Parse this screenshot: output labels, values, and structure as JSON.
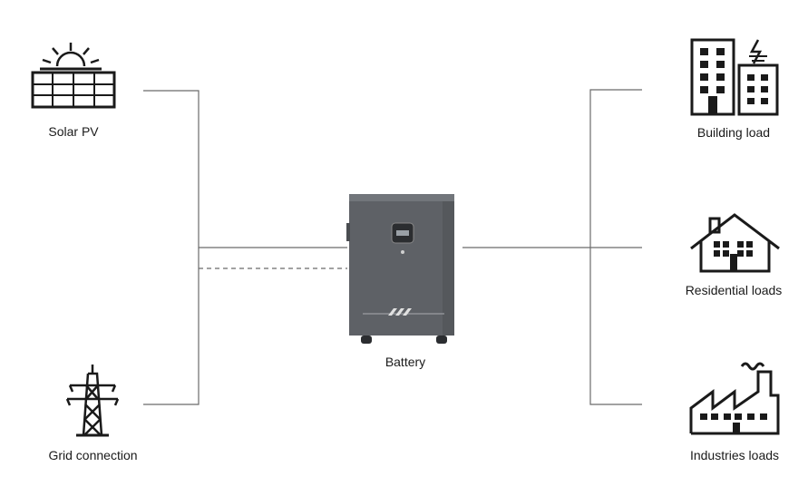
{
  "nodes": {
    "solar": {
      "label": "Solar PV",
      "icon": "solar-panel-icon"
    },
    "grid": {
      "label": "Grid connection",
      "icon": "transmission-tower-icon"
    },
    "battery": {
      "label": "Battery",
      "icon": "battery-cabinet-icon"
    },
    "building": {
      "label": "Building load",
      "icon": "office-building-icon"
    },
    "residential": {
      "label": "Residential loads",
      "icon": "house-icon"
    },
    "industries": {
      "label": "Industries loads",
      "icon": "factory-icon"
    }
  },
  "colors": {
    "line": "#6b6b6b",
    "icon": "#1a1a1a",
    "cabinet": "#5e6166",
    "cabinet_top": "#72767b"
  }
}
